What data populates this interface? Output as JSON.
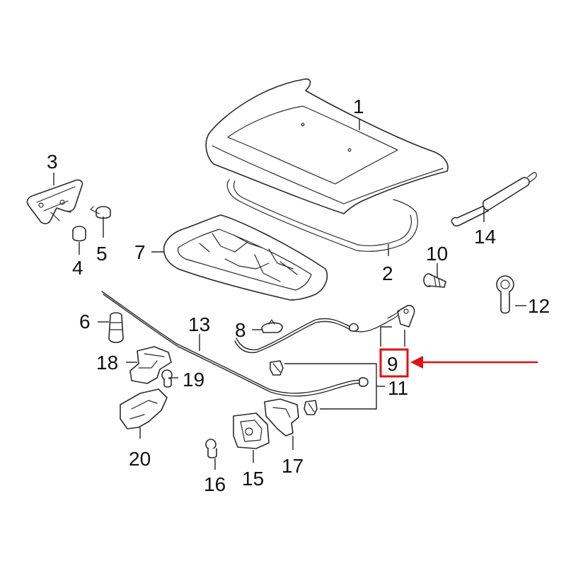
{
  "callouts": [
    {
      "id": "1",
      "text": "1"
    },
    {
      "id": "2",
      "text": "2"
    },
    {
      "id": "3",
      "text": "3"
    },
    {
      "id": "4",
      "text": "4"
    },
    {
      "id": "5",
      "text": "5"
    },
    {
      "id": "6",
      "text": "6"
    },
    {
      "id": "7",
      "text": "7"
    },
    {
      "id": "8",
      "text": "8"
    },
    {
      "id": "9",
      "text": "9"
    },
    {
      "id": "10",
      "text": "10"
    },
    {
      "id": "11",
      "text": "11"
    },
    {
      "id": "12",
      "text": "12"
    },
    {
      "id": "13",
      "text": "13"
    },
    {
      "id": "14",
      "text": "14"
    },
    {
      "id": "15",
      "text": "15"
    },
    {
      "id": "16",
      "text": "16"
    },
    {
      "id": "17",
      "text": "17"
    },
    {
      "id": "18",
      "text": "18"
    },
    {
      "id": "19",
      "text": "19"
    },
    {
      "id": "20",
      "text": "20"
    }
  ],
  "highlight": {
    "part": "9",
    "color": "#e01010"
  },
  "colors": {
    "line": "#2a2a2a",
    "background": "#ffffff",
    "highlight": "#e01010"
  }
}
